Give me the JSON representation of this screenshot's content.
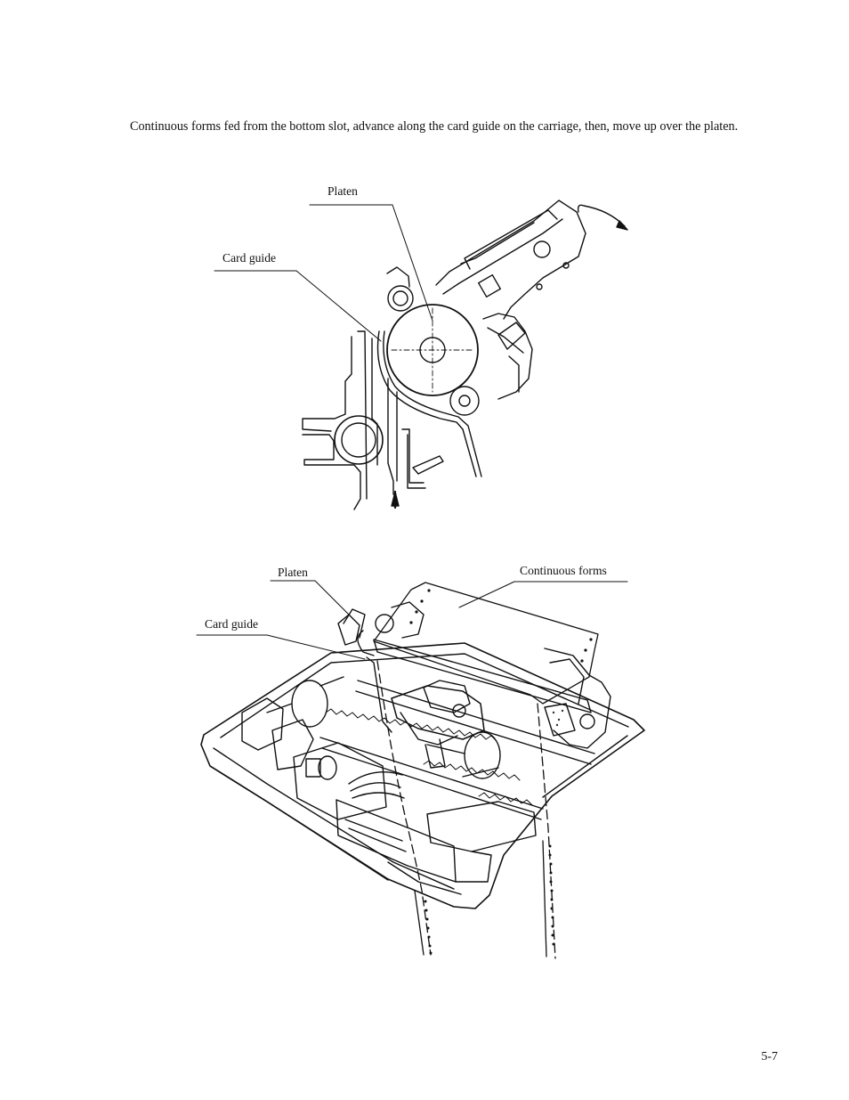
{
  "body_text": "Continuous forms fed from the bottom slot, advance along the card guide on the carriage, then, move up over the platen.",
  "figure1": {
    "label_platen": "Platen",
    "label_card_guide": "Card guide"
  },
  "figure2": {
    "label_platen": "Platen",
    "label_card_guide": "Card guide",
    "label_continuous_forms": "Continuous forms"
  },
  "page_number": "5-7"
}
